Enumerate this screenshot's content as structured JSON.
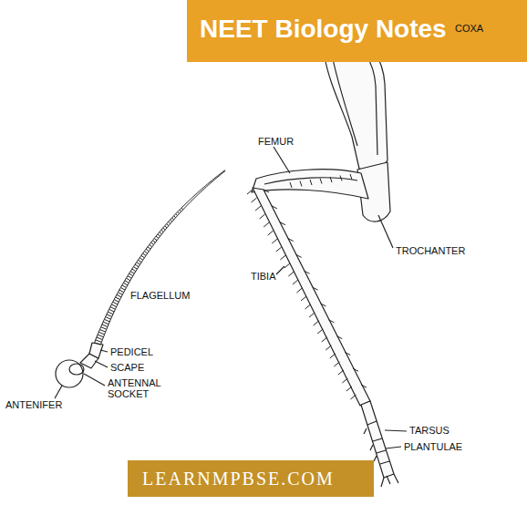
{
  "diagram": {
    "title": "NEET Biology Notes",
    "labels": [
      "COXA",
      "FEMUR",
      "TROCHANTER",
      "TIBIA",
      "FLAGELLUM",
      "PEDICEL",
      "SCAPE",
      "ANTENNAL SOCKET",
      "ANTENIFER",
      "TARSUS",
      "PLANTULAE",
      "LEARNMPBSE.COM"
    ]
  }
}
